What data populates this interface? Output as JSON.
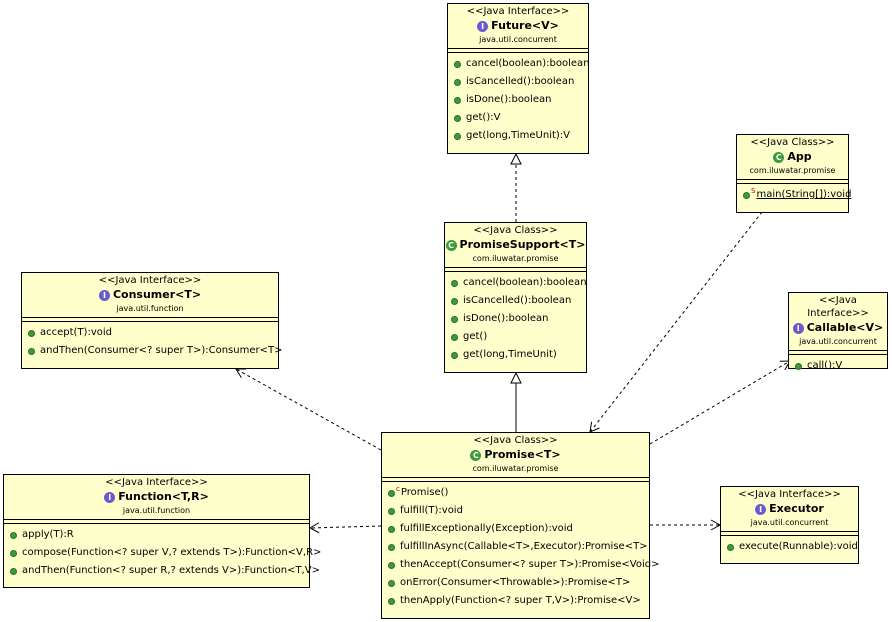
{
  "future": {
    "stereotype": "<<Java Interface>>",
    "name": "Future<V>",
    "package": "java.util.concurrent",
    "methods": [
      "cancel(boolean):boolean",
      "isCancelled():boolean",
      "isDone():boolean",
      "get():V",
      "get(long,TimeUnit):V"
    ]
  },
  "app": {
    "stereotype": "<<Java Class>>",
    "name": "App",
    "package": "com.iluwatar.promise",
    "methods": [
      "main(String[]):void"
    ]
  },
  "promise_support": {
    "stereotype": "<<Java Class>>",
    "name": "PromiseSupport<T>",
    "package": "com.iluwatar.promise",
    "methods": [
      "cancel(boolean):boolean",
      "isCancelled():boolean",
      "isDone():boolean",
      "get()",
      "get(long,TimeUnit)"
    ]
  },
  "consumer": {
    "stereotype": "<<Java Interface>>",
    "name": "Consumer<T>",
    "package": "java.util.function",
    "methods": [
      "accept(T):void",
      "andThen(Consumer<? super T>):Consumer<T>"
    ]
  },
  "callable": {
    "stereotype": "<<Java Interface>>",
    "name": "Callable<V>",
    "package": "java.util.concurrent",
    "methods": [
      "call():V"
    ]
  },
  "promise": {
    "stereotype": "<<Java Class>>",
    "name": "Promise<T>",
    "package": "com.iluwatar.promise",
    "methods": [
      "Promise()",
      "fulfill(T):void",
      "fulfillExceptionally(Exception):void",
      "fulfillInAsync(Callable<T>,Executor):Promise<T>",
      "thenAccept(Consumer<? super T>):Promise<Void>",
      "onError(Consumer<Throwable>):Promise<T>",
      "thenApply(Function<? super T,V>):Promise<V>"
    ]
  },
  "function": {
    "stereotype": "<<Java Interface>>",
    "name": "Function<T,R>",
    "package": "java.util.function",
    "methods": [
      "apply(T):R",
      "compose(Function<? super V,? extends T>):Function<V,R>",
      "andThen(Function<? super R,? extends V>):Function<T,V>"
    ]
  },
  "executor": {
    "stereotype": "<<Java Interface>>",
    "name": "Executor",
    "package": "java.util.concurrent",
    "methods": [
      "execute(Runnable):void"
    ]
  },
  "icons": {
    "interface_badge": "I",
    "class_badge": "C",
    "method_dot": "public-method-icon",
    "static_marker": "S",
    "constructor_marker": "c"
  },
  "colors": {
    "box_fill": "#ffffcc",
    "method_dot": "#3d9b3d",
    "interface_badge": "#6a5acd",
    "class_badge": "#3d9b3d"
  }
}
